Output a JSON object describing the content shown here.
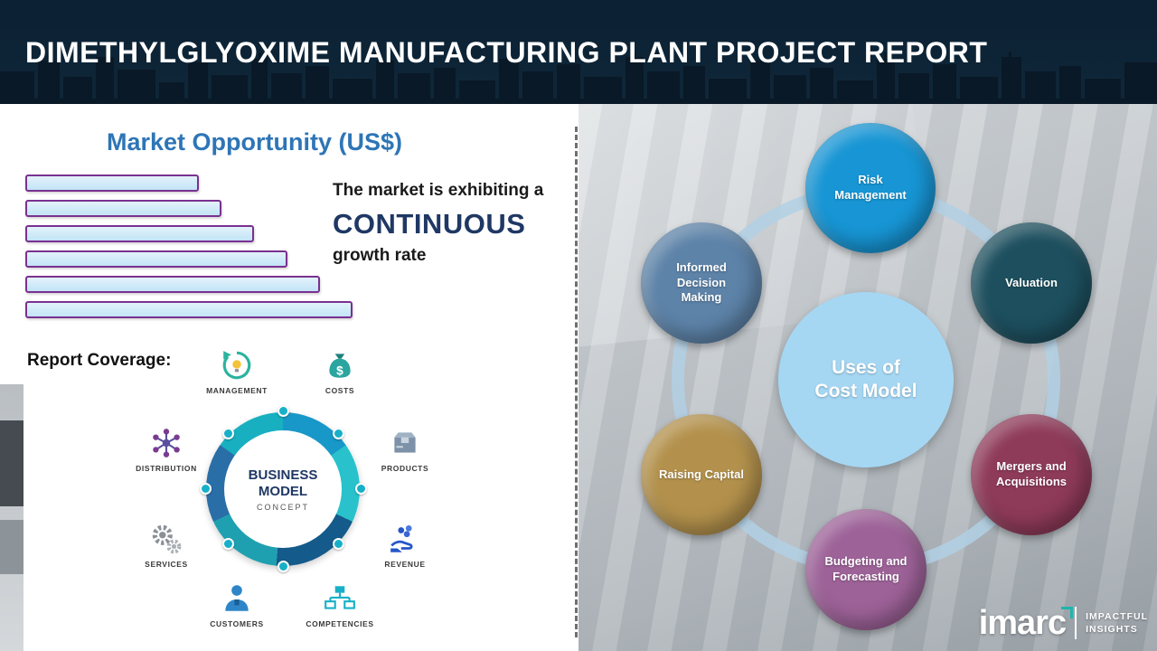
{
  "header": {
    "title": "DIMETHYLGLYOXIME MANUFACTURING PLANT PROJECT REPORT"
  },
  "left": {
    "section_title": "Market Opportunity (US$)",
    "growth": {
      "line1": "The market is exhibiting a",
      "highlight": "CONTINUOUS",
      "line2": "growth rate"
    },
    "report_coverage_label": "Report Coverage:",
    "business_model": {
      "center": {
        "line1": "BUSINESS",
        "line2": "MODEL",
        "line3": "CONCEPT"
      },
      "items": [
        {
          "label": "MANAGEMENT",
          "icon": "management-icon"
        },
        {
          "label": "COSTS",
          "icon": "costs-icon"
        },
        {
          "label": "DISTRIBUTION",
          "icon": "distribution-icon"
        },
        {
          "label": "PRODUCTS",
          "icon": "products-icon"
        },
        {
          "label": "SERVICES",
          "icon": "services-icon"
        },
        {
          "label": "REVENUE",
          "icon": "revenue-icon"
        },
        {
          "label": "CUSTOMERS",
          "icon": "customers-icon"
        },
        {
          "label": "COMPETENCIES",
          "icon": "competencies-icon"
        }
      ]
    }
  },
  "chart_data": {
    "type": "bar",
    "orientation": "horizontal",
    "title": "Market Opportunity (US$)",
    "categories": [
      "",
      "",
      "",
      "",
      "",
      ""
    ],
    "values": [
      53,
      60,
      70,
      80,
      90,
      100
    ],
    "xlabel": "",
    "ylabel": "",
    "note": "unlabeled increasing bars indicating continuous growth",
    "bar_fill": "#c3e4f6",
    "bar_border": "#7a3190",
    "grid": false,
    "legend": false
  },
  "right": {
    "center_circle": {
      "line1": "Uses of",
      "line2": "Cost Model",
      "color": "#a5d7f3"
    },
    "satellites": [
      {
        "label": "Risk Management",
        "color": "#1795d4"
      },
      {
        "label": "Valuation",
        "color": "#1d4f5e"
      },
      {
        "label": "Mergers and Acquisitions",
        "color": "#8e3a59"
      },
      {
        "label": "Budgeting and Forecasting",
        "color": "#9d6298"
      },
      {
        "label": "Raising Capital",
        "color": "#b3914c"
      },
      {
        "label": "Informed Decision Making",
        "color": "#5d83a8"
      }
    ]
  },
  "logo": {
    "name": "imarc",
    "tagline_line1": "IMPACTFUL",
    "tagline_line2": "INSIGHTS",
    "accent_color": "#1fb5ad"
  }
}
